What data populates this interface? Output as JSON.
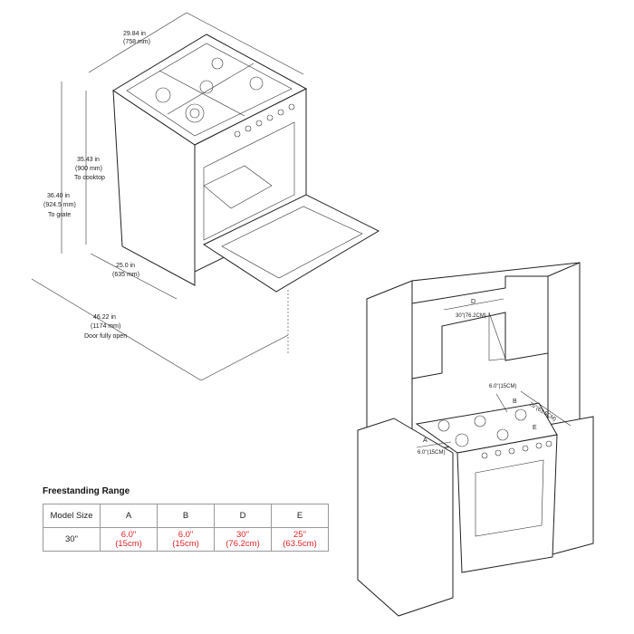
{
  "range_dims": {
    "width": {
      "in": "29.84 in",
      "mm": "(758 mm)"
    },
    "height_cooktop": {
      "in": "35.43 in",
      "mm": "(900 mm)",
      "note": "To cooktop"
    },
    "height_grate": {
      "in": "36.40 in",
      "mm": "(924.5 mm)",
      "note": "To grate"
    },
    "depth": {
      "in": "25.0 in",
      "mm": "(635 mm)"
    },
    "depth_open": {
      "in": "46.22 in",
      "mm": "(1174 mm)",
      "note": "Door fully open"
    }
  },
  "install": {
    "d_label": "D",
    "d_value": "30\"(76.2CM)",
    "b_value": "6.0\"(15CM)",
    "b_label": "B",
    "e_value": "25\"(63.5CM)",
    "e_label": "E",
    "a_label": "A",
    "a_value": "6.0\"(15CM)"
  },
  "table": {
    "title": "Freestanding  Range",
    "headers": [
      "Model Size",
      "A",
      "B",
      "D",
      "E"
    ],
    "row": {
      "size": "30\"",
      "values": [
        [
          "6.0\"",
          "(15cm)"
        ],
        [
          "6.0\"",
          "(15cm)"
        ],
        [
          "30\"",
          "(76.2cm)"
        ],
        [
          "25\"",
          "(63.5cm)"
        ]
      ]
    }
  },
  "colors": {
    "highlight": "#dd2222"
  }
}
